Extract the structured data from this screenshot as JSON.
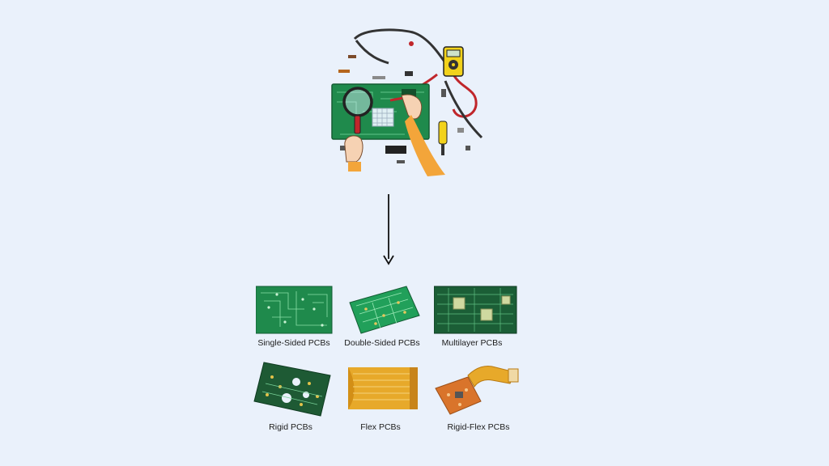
{
  "diagram": {
    "top_image": "pcb-repair-illustration",
    "connector": "down-arrow-icon",
    "items": [
      {
        "label": "Single-Sided PCBs"
      },
      {
        "label": "Double-Sided PCBs"
      },
      {
        "label": "Multilayer PCBs"
      },
      {
        "label": "Rigid PCBs"
      },
      {
        "label": "Flex PCBs"
      },
      {
        "label": "Rigid-Flex PCBs"
      }
    ]
  },
  "colors": {
    "background": "#eaf1fb",
    "pcb_green": "#1f8a4c",
    "pcb_dark_green": "#1b5e36",
    "flex_orange": "#e7a92a",
    "rigid_flex_orange": "#d9742b",
    "multimeter_yellow": "#f2d21b",
    "sleeve_orange": "#f3a53a",
    "skin": "#f6d2b3",
    "label_text": "#1c1c1c"
  }
}
